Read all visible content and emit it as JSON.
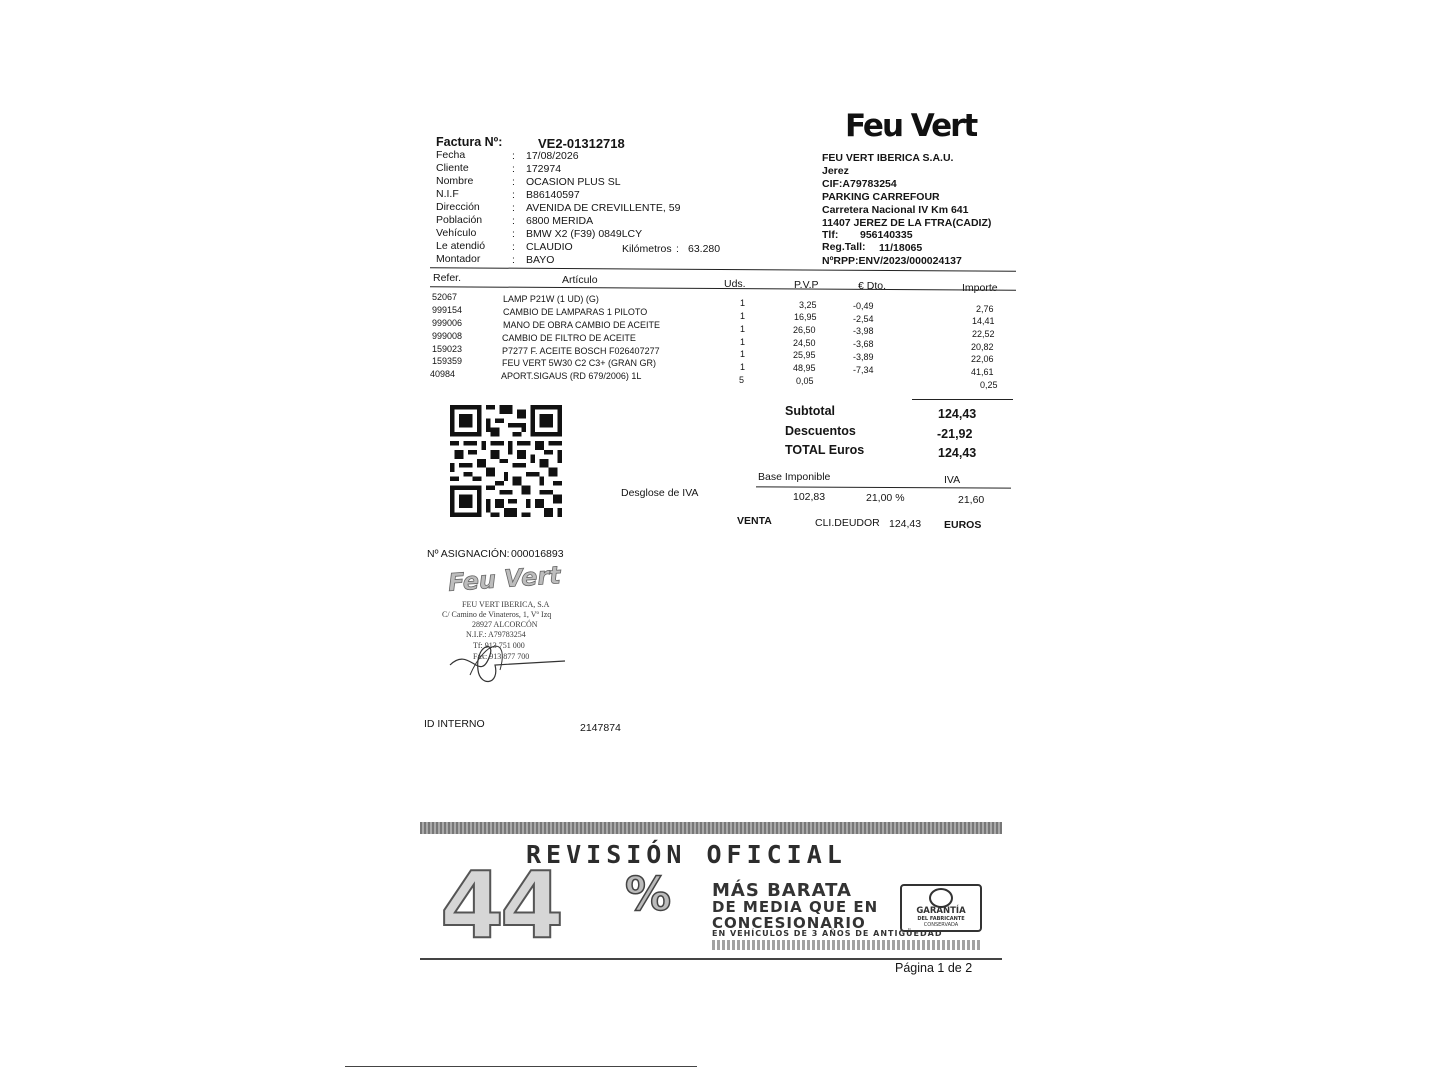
{
  "invoice": {
    "number_label": "Factura Nº:",
    "number": "VE2-01312718",
    "fields": [
      {
        "label": "Fecha",
        "value": "17/08/2026"
      },
      {
        "label": "Cliente",
        "value": "172974"
      },
      {
        "label": "Nombre",
        "value": "OCASION PLUS SL"
      },
      {
        "label": "N.I.F",
        "value": "B86140597"
      },
      {
        "label": "Dirección",
        "value": "AVENIDA DE CREVILLENTE, 59"
      },
      {
        "label": "Población",
        "value": "6800 MERIDA"
      },
      {
        "label": "Vehículo",
        "value": "BMW  X2 (F39) 0849LCY"
      },
      {
        "label": "Le atendió",
        "value": "CLAUDIO"
      },
      {
        "label": "Montador",
        "value": "BAYO"
      }
    ],
    "km_label": "Kilómetros",
    "km_value": "63.280"
  },
  "company": {
    "logo": "Feu Vert",
    "lines": [
      "FEU VERT IBERICA S.A.U.",
      "Jerez",
      "CIF:A79783254",
      "PARKING CARREFOUR",
      "Carretera Nacional IV Km 641",
      "11407 JEREZ DE LA FTRA(CADIZ)"
    ],
    "tlf_label": "Tlf:",
    "tlf": "956140335",
    "regtall_label": "Reg.Tall:",
    "regtall": "11/18065",
    "nrpp": "NºRPP:ENV/2023/000024137"
  },
  "table": {
    "headers": {
      "ref": "Refer.",
      "article": "Artículo",
      "units": "Uds.",
      "pvp": "P.V.P",
      "dto": "€ Dto.",
      "amount": "Importe"
    },
    "rows": [
      {
        "ref": "52067",
        "article": "LAMP P21W (1 UD) (G)",
        "units": "1",
        "pvp": "3,25",
        "dto": "-0,49",
        "amount": "2,76"
      },
      {
        "ref": "999154",
        "article": "CAMBIO DE LAMPARAS 1 PILOTO",
        "units": "1",
        "pvp": "16,95",
        "dto": "-2,54",
        "amount": "14,41"
      },
      {
        "ref": "999006",
        "article": "MANO DE OBRA CAMBIO DE ACEITE",
        "units": "1",
        "pvp": "26,50",
        "dto": "-3,98",
        "amount": "22,52"
      },
      {
        "ref": "999008",
        "article": "CAMBIO DE FILTRO DE ACEITE",
        "units": "1",
        "pvp": "24,50",
        "dto": "-3,68",
        "amount": "20,82"
      },
      {
        "ref": "159023",
        "article": "P7277 F. ACEITE BOSCH F026407277",
        "units": "1",
        "pvp": "25,95",
        "dto": "-3,89",
        "amount": "22,06"
      },
      {
        "ref": "159359",
        "article": "FEU VERT 5W30 C2 C3+ (GRAN GR)",
        "units": "1",
        "pvp": "48,95",
        "dto": "-7,34",
        "amount": "41,61"
      },
      {
        "ref": "40984",
        "article": "APORT.SIGAUS (RD 679/2006) 1L",
        "units": "5",
        "pvp": "0,05",
        "dto": "",
        "amount": "0,25"
      }
    ]
  },
  "totals": {
    "subtotal_label": "Subtotal",
    "subtotal": "124,43",
    "discounts_label": "Descuentos",
    "discounts": "-21,92",
    "total_label": "TOTAL Euros",
    "total": "124,43"
  },
  "vat": {
    "section_label": "Desglose de IVA",
    "base_label": "Base Imponible",
    "iva_label": "IVA",
    "base": "102,83",
    "rate": "21,00 %",
    "amount": "21,60"
  },
  "payment": {
    "type": "VENTA",
    "method": "CLI.DEUDOR",
    "amount": "124,43",
    "currency": "EUROS"
  },
  "assignment": {
    "label": "Nº ASIGNACIÓN:",
    "value": "000016893"
  },
  "stamp": {
    "brand": "Feu Vert",
    "lines": [
      "FEU VERT IBERICA, S.A",
      "C/ Camino de Vinateros, 1, Vº Izq",
      "28927 ALCORCÓN",
      "N.I.F.: A79783254",
      "Tf: 913 751 000",
      "Fax: 913 877 700"
    ]
  },
  "internal_id": {
    "label": "ID INTERNO",
    "value": "2147874"
  },
  "banner": {
    "title": "REVISIÓN OFICIAL",
    "percent": "44",
    "percent_sign": "%",
    "line1": "MÁS BARATA",
    "line2": "DE MEDIA QUE EN",
    "line3": "CONCESIONARIO",
    "line4": "EN VEHÍCULOS DE 3 AÑOS DE ANTIGÜEDAD",
    "guarantee_1": "GARANTÍA",
    "guarantee_2": "DEL FABRICANTE",
    "guarantee_3": "CONSERVADA"
  },
  "page": "Página 1 de 2"
}
